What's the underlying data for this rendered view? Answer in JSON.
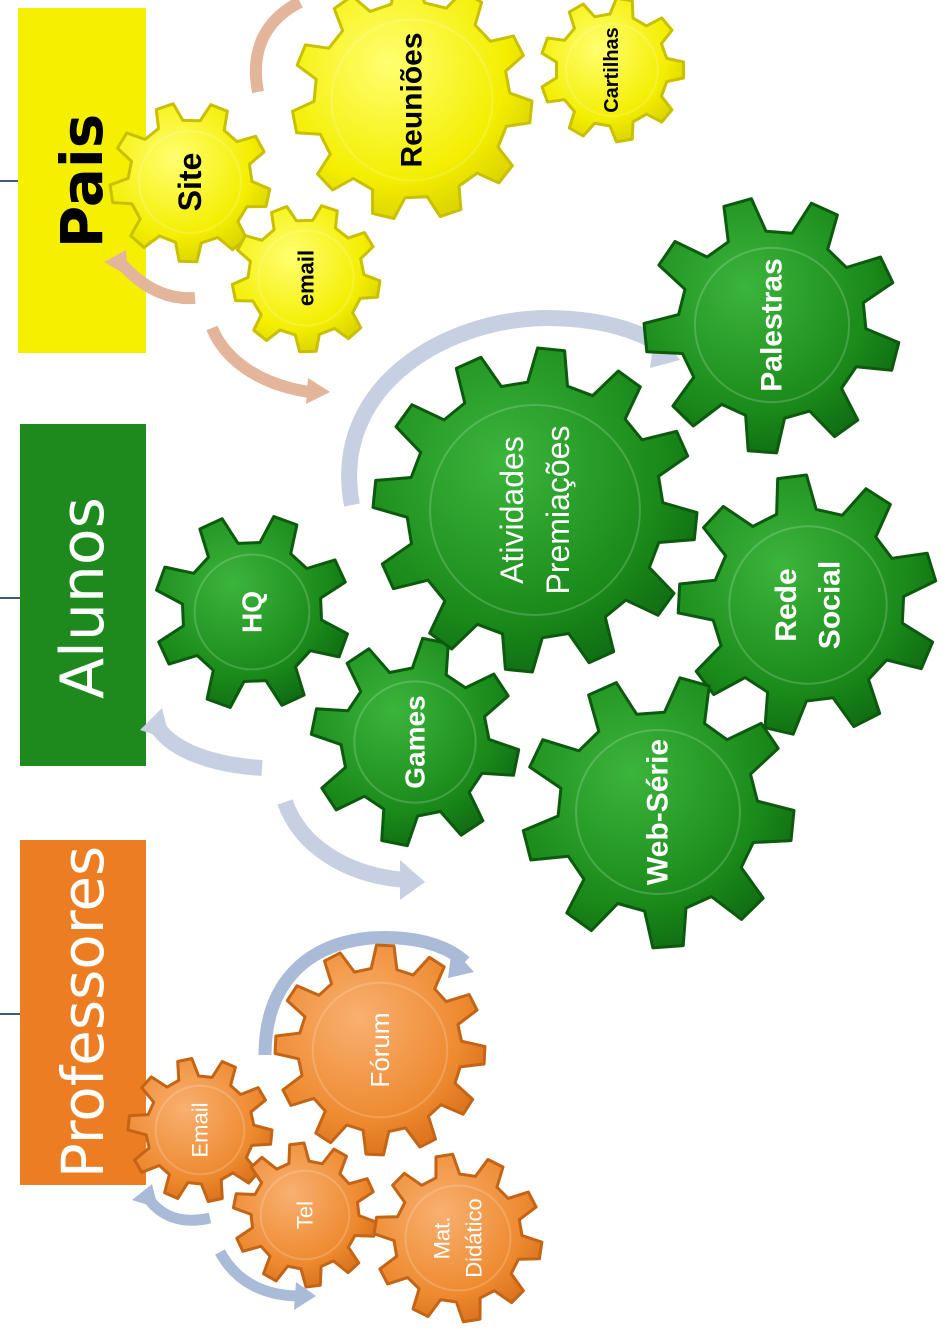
{
  "groups": {
    "pais": {
      "title": "Pais",
      "color": "#f5f000",
      "gears": {
        "site": "Site",
        "reunioes": "Reuniões",
        "cartilhas": "Cartilhas",
        "email": "email"
      }
    },
    "alunos": {
      "title": "Alunos",
      "color": "#1e8a1e",
      "gears": {
        "hq": "HQ",
        "games": "Games",
        "atividades_1": "Atividades",
        "atividades_2": "Premiações",
        "palestras": "Palestras",
        "rede_social_1": "Rede",
        "rede_social_2": "Social",
        "web_serie": "Web-Série"
      }
    },
    "professores": {
      "title": "Professores",
      "color": "#ec7d22",
      "gears": {
        "email": "Email",
        "forum": "Fórum",
        "tel": "Tel",
        "mat_didatico_1": "Mat.",
        "mat_didatico_2": "Didático"
      }
    }
  },
  "colors": {
    "yellow_gear": "#f7f200",
    "green_gear": "#1f8f1f",
    "orange_gear": "#ef8a2e",
    "pais_arrow": "#e3b59a",
    "alunos_arrow": "#c7cfe2",
    "professores_arrow": "#a9bbd6",
    "connector": "#3f5a7a"
  }
}
